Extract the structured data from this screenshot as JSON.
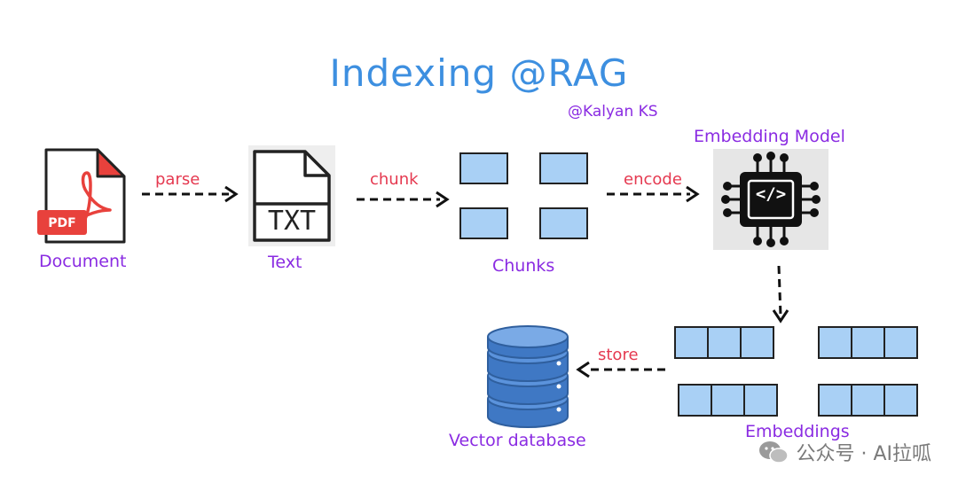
{
  "title": "Indexing @RAG",
  "author": "@Kalyan KS",
  "nodes": {
    "document": {
      "label": "Document",
      "badge": "PDF"
    },
    "text": {
      "label": "Text",
      "badge": "TXT"
    },
    "chunks": {
      "label": "Chunks"
    },
    "embedding_model": {
      "label": "Embedding Model",
      "glyph": "</>"
    },
    "embeddings": {
      "label": "Embeddings"
    },
    "vector_db": {
      "label": "Vector database"
    }
  },
  "edges": {
    "parse": "parse",
    "chunk": "chunk",
    "encode": "encode",
    "store": "store"
  },
  "watermark": "公众号 · AI拉呱",
  "colors": {
    "title": "#3d8fe0",
    "node_label": "#8a2be2",
    "edge_label": "#e53950",
    "chunk_fill": "#a9d0f5",
    "db_fill": "#4a86d4"
  }
}
